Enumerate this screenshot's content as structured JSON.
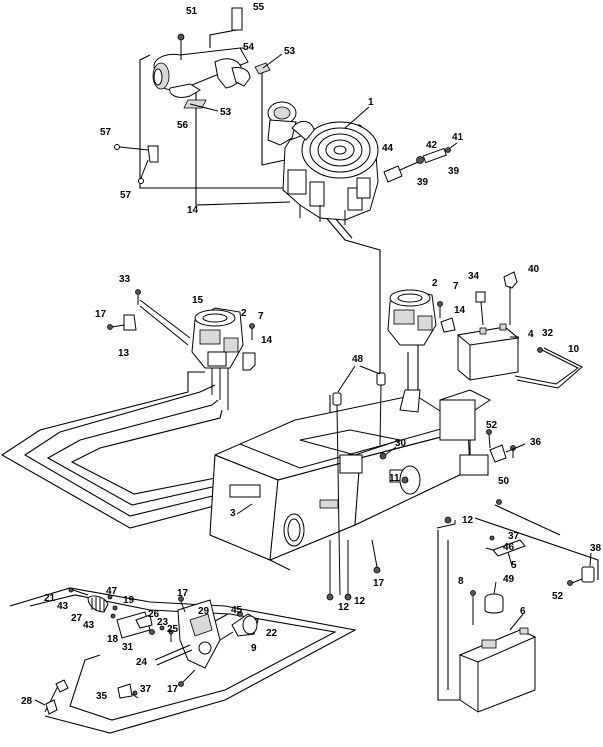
{
  "diagram": {
    "callouts": {
      "c1": "1",
      "c2a": "2",
      "c2b": "2",
      "c3": "3",
      "c4": "4",
      "c5": "5",
      "c6": "6",
      "c7a": "7",
      "c7b": "7",
      "c8": "8",
      "c9": "9",
      "c10": "10",
      "c11": "11",
      "c12a": "12",
      "c12b": "12",
      "c12c": "12",
      "c13": "13",
      "c14a": "14",
      "c14b": "14",
      "c14c": "14",
      "c15": "15",
      "c17a": "17",
      "c17b": "17",
      "c17c": "17",
      "c17d": "17",
      "c18": "18",
      "c19": "19",
      "c21": "21",
      "c22": "22",
      "c23": "23",
      "c24": "24",
      "c25": "25",
      "c26": "26",
      "c27": "27",
      "c28": "28",
      "c29": "29",
      "c30": "30",
      "c31": "31",
      "c32": "32",
      "c33": "33",
      "c34": "34",
      "c35": "35",
      "c36": "36",
      "c37a": "37",
      "c37b": "37",
      "c38": "38",
      "c39a": "39",
      "c39b": "39",
      "c40": "40",
      "c41": "41",
      "c42": "42",
      "c43a": "43",
      "c43b": "43",
      "c44": "44",
      "c45": "45",
      "c46": "46",
      "c47": "47",
      "c48": "48",
      "c49": "49",
      "c50": "50",
      "c51": "51",
      "c52a": "52",
      "c52b": "52",
      "c53a": "53",
      "c53b": "53",
      "c54": "54",
      "c55": "55",
      "c56": "56",
      "c57a": "57",
      "c57b": "57"
    }
  }
}
